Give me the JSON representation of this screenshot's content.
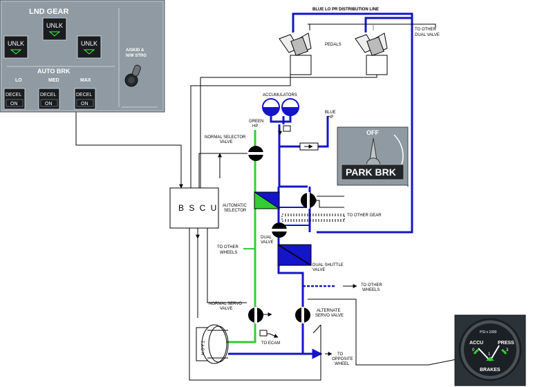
{
  "panel": {
    "title": "LND GEAR",
    "unlk_label": "UNLK",
    "autobrk_title": "AUTO BRK",
    "levels": [
      "LO",
      "MED",
      "MAX"
    ],
    "decel_label": "DECEL",
    "on_label": "ON",
    "antiskid_label_1": "A/SKID &",
    "antiskid_label_2": "N/W STRG"
  },
  "park_brk": {
    "off_label": "OFF",
    "label": "PARK BRK"
  },
  "gauge": {
    "scale_label": "PSI x 1000",
    "accu_label": "ACCU",
    "press_label": "PRESS",
    "brakes_label": "BRAKES",
    "tick_left": "0",
    "tick_right": "3",
    "tick_center": "1"
  },
  "diagram": {
    "blue_lo_pr": "BLUE LO PR DISTRIBUTION LINE",
    "pedals": "PEDALS",
    "to_other_dual_1": "TO OTHER",
    "to_other_dual_2": "DUAL VALVE",
    "accumulators": "ACCUMULATORS",
    "blue_hp_1": "BLUE",
    "blue_hp_2": "HP",
    "green_hp_1": "GREEN",
    "green_hp_2": "HP",
    "normal_selector_1": "NORMAL SELECTOR",
    "normal_selector_2": "VALVE",
    "bscu": "B S C U",
    "automatic_selector_1": "AUTOMATIC",
    "automatic_selector_2": "SELECTOR",
    "to_other_gear": "TO OTHER GEAR",
    "dual_valve_1": "DUAL",
    "dual_valve_2": "VALVE",
    "to_other_wheels_left_1": "TO OTHER",
    "to_other_wheels_left_2": "WHEELS",
    "dual_shuttle_1": "DUAL SHUTTLE",
    "dual_shuttle_2": "VALVE",
    "to_other_wheels_right_1": "TO OTHER",
    "to_other_wheels_right_2": "WHEELS",
    "normal_servo_1": "NORMAL SERVO",
    "normal_servo_2": "VALVE",
    "alternate_servo_1": "ALTERNATE",
    "alternate_servo_2": "SERVO VALVE",
    "to_ecam": "TO ECAM",
    "to_opposite_1": "TO",
    "to_opposite_2": "OPPOSITE",
    "to_opposite_3": "WHEEL",
    "tach": "T A C H"
  },
  "colors": {
    "blue_line": "#1414c8",
    "green_line": "#33cc33",
    "panel_bg": "#8f9aa2",
    "gauge_bg": "#2c3338"
  }
}
